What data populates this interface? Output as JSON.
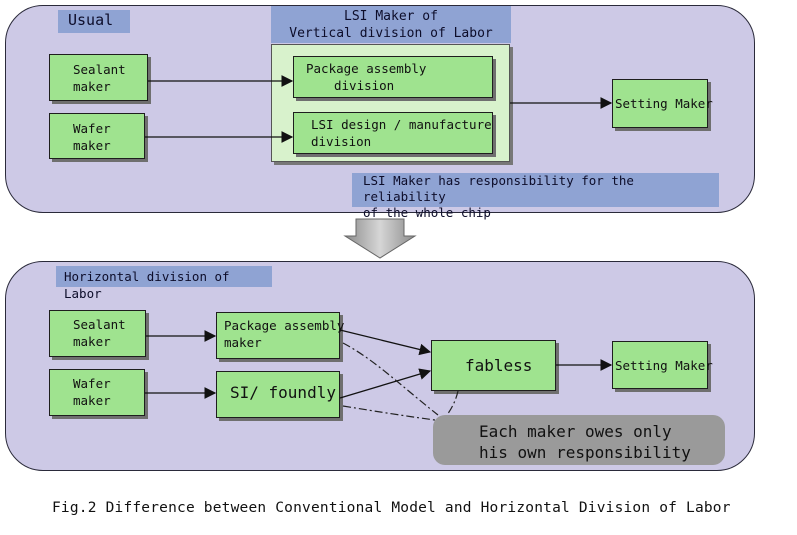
{
  "top_panel": {
    "title": "Usual",
    "lsi_header_line1": "LSI Maker of",
    "lsi_header_line2": "Vertical division of Labor",
    "sealant_line1": "Sealant",
    "sealant_line2": "maker",
    "wafer_line1": "Wafer",
    "wafer_line2": "maker",
    "package_line1": "Package assembly",
    "package_line2": "division",
    "lsi_design_line1": "LSI design / manufacture",
    "lsi_design_line2": "division",
    "setting_maker": "Setting Maker",
    "note_line1": "LSI Maker has responsibility for the reliability",
    "note_line2": "of the whole chip"
  },
  "bottom_panel": {
    "title": "Horizontal division of Labor",
    "sealant_line1": "Sealant",
    "sealant_line2": "maker",
    "wafer_line1": "Wafer",
    "wafer_line2": "maker",
    "package_line1": "Package assembly",
    "package_line2": "maker",
    "si_foundry": "SI/ foundly",
    "fabless": "fabless",
    "setting_maker": "Setting Maker",
    "note_line1": "Each maker owes only",
    "note_line2": "his own responsibility"
  },
  "caption": "Fig.2 Difference between Conventional Model and Horizontal Division of Labor",
  "colors": {
    "panel": "#cdc9e6",
    "label": "#8fa3d3",
    "green_box": "#9fe38f",
    "note_box": "#9a9a9a"
  }
}
